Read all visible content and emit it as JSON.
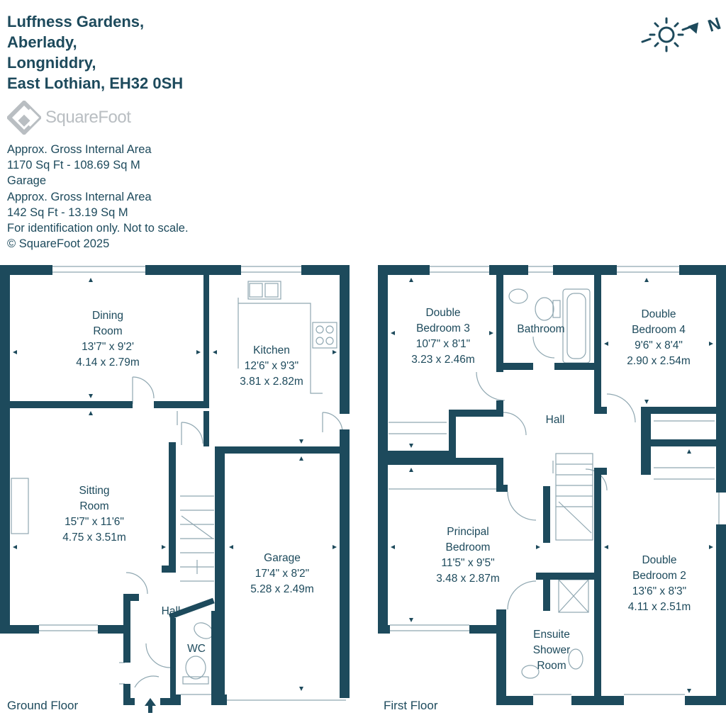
{
  "address": {
    "line1": "Luffness Gardens,",
    "line2": "Aberlady,",
    "line3": "Longniddry,",
    "line4": "East Lothian, EH32 0SH"
  },
  "logo": {
    "text": "SquareFoot"
  },
  "area_info": {
    "line1": "Approx. Gross Internal Area",
    "line2": "1170 Sq Ft  -  108.69 Sq M",
    "line3": "Garage",
    "line4": "Approx. Gross Internal Area",
    "line5": "142 Sq Ft  -  13.19 Sq M",
    "line6": "For identification only. Not to scale.",
    "line7": "© SquareFoot 2025"
  },
  "compass": {
    "north_label": "N"
  },
  "colors": {
    "wall": "#1d4a5c",
    "logo_grey": "#b9bec2",
    "fixture_line": "#8fa7b1"
  },
  "ground_floor": {
    "label": "Ground Floor",
    "rooms": {
      "dining": {
        "name1": "Dining",
        "name2": "Room",
        "imperial": "13'7\" x 9'2'",
        "metric": "4.14 x 2.79m"
      },
      "kitchen": {
        "name": "Kitchen",
        "imperial": "12'6\" x 9'3\"",
        "metric": "3.81 x 2.82m"
      },
      "sitting": {
        "name1": "Sitting",
        "name2": "Room",
        "imperial": "15'7\" x 11'6\"",
        "metric": "4.75 x 3.51m"
      },
      "garage": {
        "name": "Garage",
        "imperial": "17'4\" x 8'2\"",
        "metric": "5.28 x 2.49m"
      },
      "hall": {
        "name": "Hall"
      },
      "wc": {
        "name": "WC"
      }
    }
  },
  "first_floor": {
    "label": "First Floor",
    "rooms": {
      "bed3": {
        "name1": "Double",
        "name2": "Bedroom 3",
        "imperial": "10'7\" x 8'1\"",
        "metric": "3.23 x 2.46m"
      },
      "bathroom": {
        "name": "Bathroom"
      },
      "bed4": {
        "name1": "Double",
        "name2": "Bedroom 4",
        "imperial": "9'6\" x 8'4\"",
        "metric": "2.90 x 2.54m"
      },
      "hall": {
        "name": "Hall"
      },
      "principal": {
        "name1": "Principal",
        "name2": "Bedroom",
        "imperial": "11'5\" x 9'5\"",
        "metric": "3.48 x 2.87m"
      },
      "bed2": {
        "name1": "Double",
        "name2": "Bedroom 2",
        "imperial": "13'6\" x 8'3\"",
        "metric": "4.11 x 2.51m"
      },
      "ensuite": {
        "name1": "Ensuite",
        "name2": "Shower",
        "name3": "Room"
      }
    }
  }
}
